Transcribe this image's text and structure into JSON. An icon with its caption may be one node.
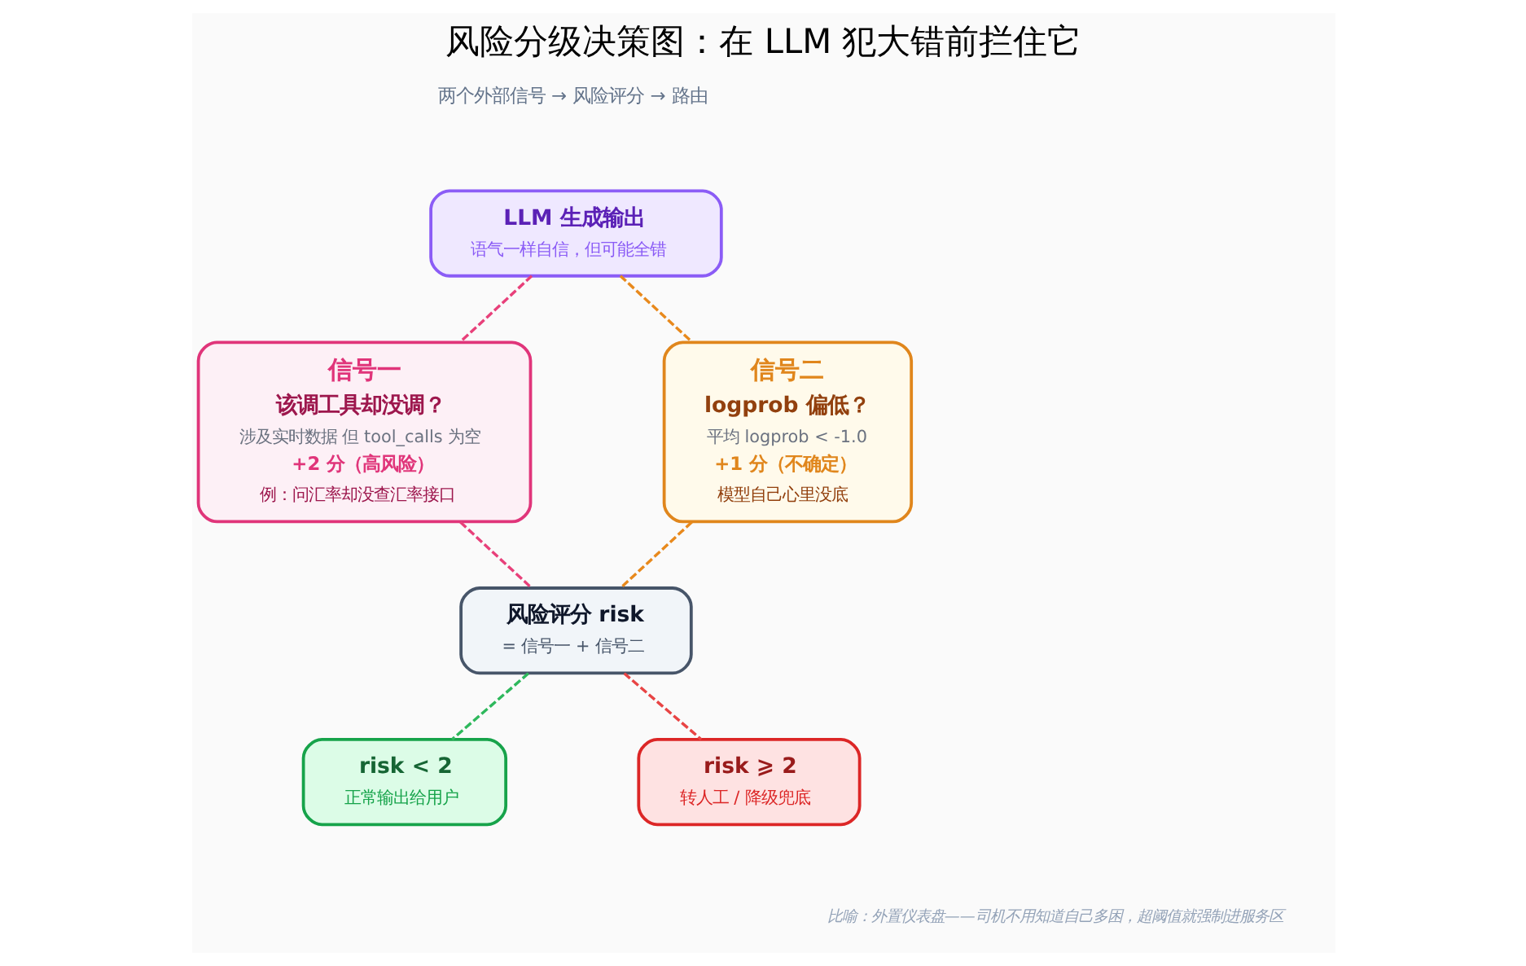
{
  "diagram": {
    "title": "风险分级决策图：在 LLM 犯大错前拦住它",
    "caption": "比喻：外置仪表盘——司机不用知道自己多困，超阈值就强制进服务区",
    "nodes": [
      {
        "text": [
          "LLM 生成输出",
          "语气一样自信，但可能全错"
        ]
      },
      {
        "text": [
          "信号一",
          "该调工具却没调？",
          "涉及实时数据 但 tool_calls 为空",
          "+2 分（高风险）",
          "例：问汇率却没查汇率接口"
        ]
      },
      {
        "text": [
          "信号二",
          "logprob 偏低？",
          "平均 logprob < -1.0",
          "+1 分（不确定）",
          "模型自己心里没底"
        ]
      },
      {
        "text": [
          "风险评分 risk",
          "= 信号一 + 信号二"
        ]
      },
      {
        "text": [
          "risk < 2",
          "正常输出给用户"
        ]
      },
      {
        "text": [
          "risk ⩾ 2",
          "转人工 / 降级兜底"
        ]
      }
    ],
    "edges": [
      {
        "from": 0,
        "to": 1,
        "arrow": "none",
        "style": "dashed",
        "color": "#e8407a"
      },
      {
        "from": 0,
        "to": 2,
        "arrow": "none",
        "style": "dashed",
        "color": "#e8891c"
      },
      {
        "from": 1,
        "to": 3,
        "arrow": "none",
        "style": "dashed",
        "color": "#e8407a"
      },
      {
        "from": 2,
        "to": 3,
        "arrow": "none",
        "style": "dashed",
        "color": "#e8891c"
      },
      {
        "from": 3,
        "to": 4,
        "arrow": "none",
        "style": "dashed",
        "color": "#2eb85c"
      },
      {
        "from": 3,
        "to": 5,
        "arrow": "none",
        "style": "dashed",
        "color": "#e84444"
      }
    ],
    "labels": [
      "两个外部信号 → 风险评分 → 路由"
    ]
  }
}
